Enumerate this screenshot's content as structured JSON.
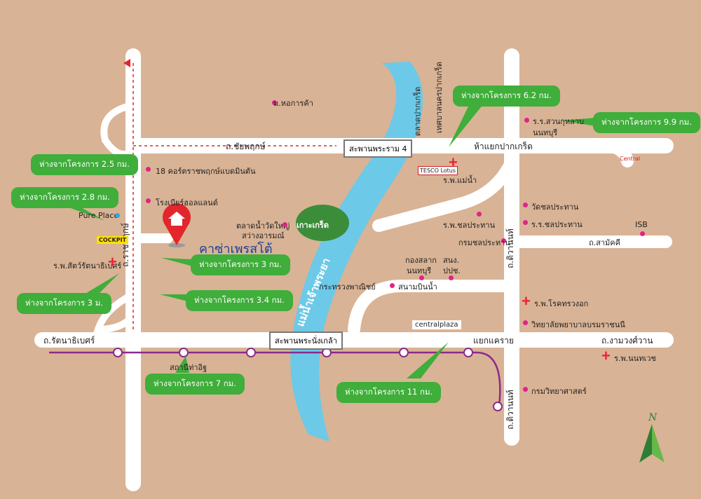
{
  "project": {
    "name": "คาซ่าเพรสโต้"
  },
  "roads": {
    "chaiyaphruek": "ถ.ชัยพฤกษ์",
    "ratchaphruek": "ถ.ราชพฤกษ์",
    "rattanathibet": "ถ.รัตนาธิเบศร์",
    "tiwanon_top": "ถ.ติวานนท์",
    "tiwanon_bottom": "ถ.ติวานนท์",
    "samakkhi": "ถ.สามัคคี",
    "ngamwongwan": "ถ.งามวงศ์วาน",
    "sanambinnam": "สนามบินน้ำ",
    "yaek_pakkret": "ห้าแยกปากเกร็ด",
    "yaek_khae_rai": "แยกแคราย"
  },
  "bridges": {
    "rama4": "สะพานพระราม 4",
    "nangklao": "สะพานพระนั่งเกล้า"
  },
  "river": {
    "name": "แม่น้ำเจ้าพระยา",
    "island": "เกาะเกร็ด"
  },
  "places": {
    "hochakha": "ม.หอการค้า",
    "talat_pakkret": "ตลาดปากเกร็ด",
    "thetsaban_pakkret": "เทศบาลนครปากเกร็ด",
    "ror_sor_suankularb": "ร.ร.สวนกุหลาบ",
    "nonthaburi_line": "นนทบุรี",
    "corner18": "18 คอร์ตราชพฤกษ์แบดมินตัน",
    "beer_hall": "โรงเบียร์ฮอลแลนด์",
    "pure_place": "Pure Place",
    "cockpit": "COCKPIT",
    "pet_hospital": "ร.พ.สัตว์รัตนาธิเบศร์",
    "talat_nam": "ตลาดน้ำวัดใหญ่",
    "sawang": "สว่างอารมณ์",
    "rp_maenam": "ร.พ.แม่น้ำ",
    "rp_chonprathan": "ร.พ.ชลประทาน",
    "wat_chonprathan": "วัดชลประทาน",
    "ror_chonprathan": "ร.ร.ชลประทาน",
    "krom_chonprathan": "กรมชลประทาน",
    "isb": "ISB",
    "kong_salak": "กองสลาก",
    "kong_salak2": "นนทบุรี",
    "sanor": "สนง.",
    "sanor2": "ปปช.",
    "krasuang_panich": "กระทรวงพาณิชย์",
    "rp_rokthorawong": "ร.พ.โรคทรวงอก",
    "college_nurse": "วิทยาลัยพยาบาลบรมราชนนี",
    "rp_nonvech": "ร.พ.นนทเวช",
    "krom_witthaya": "กรมวิทยาศาสตร์",
    "station_thaiit": "สถานีท่าอิฐ",
    "central_plaza": "centralplaza",
    "tesco": "TESCO Lotus",
    "central": "Central"
  },
  "callouts": {
    "c1": "ห่างจากโครงการ 2.5 กม.",
    "c2": "ห่างจากโครงการ 2.8 กม.",
    "c3": "ห่างจากโครงการ 3 ม.",
    "c4": "ห่างจากโครงการ 3 กม.",
    "c5": "ห่างจากโครงการ 3.4 กม.",
    "c6": "ห่างจากโครงการ 6.2 กม.",
    "c7": "ห่างจากโครงการ 9.9 กม.",
    "c8": "ห่างจากโครงการ 7 กม.",
    "c9": "ห่างจากโครงการ 11 กม."
  },
  "compass": {
    "letter": "N"
  },
  "colors": {
    "background": "#d9b395",
    "road": "#ffffff",
    "river": "#6cc9e8",
    "callout": "#3fae3a",
    "metro": "#8b2a8c",
    "marker": "#e3262c",
    "dot": "#e0238a"
  }
}
